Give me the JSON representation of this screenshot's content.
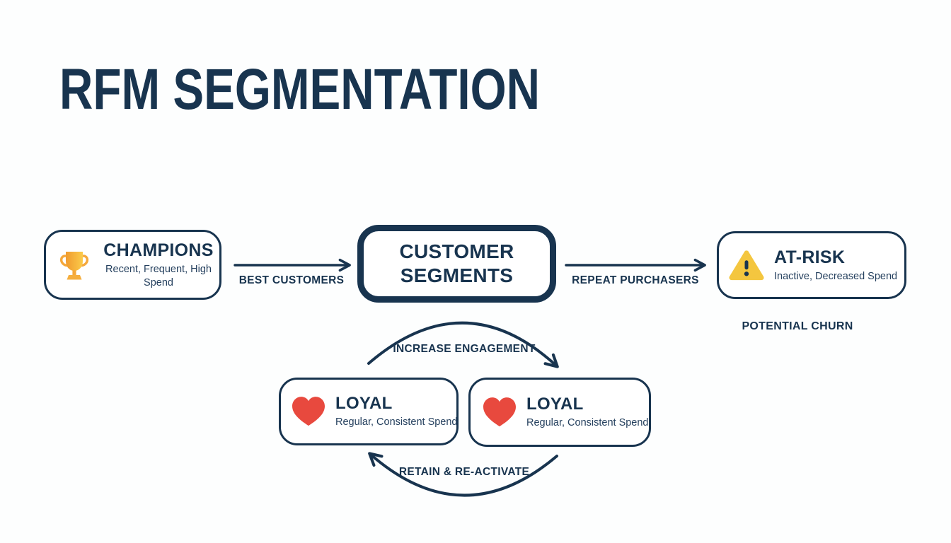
{
  "title": "RFM SEGMENTATION",
  "colors": {
    "navy": "#18344f",
    "trophy_gold_dark": "#f09b2f",
    "trophy_gold_light": "#fbcb4a",
    "trophy_gold": "#f5a83b",
    "trophy_base_gold": "#f5ae3e",
    "warning_yellow": "#f4c63f",
    "heart_red": "#e8493e",
    "background": "#fdfefe"
  },
  "diagram": {
    "center_box": {
      "label": "CUSTOMER SEGMENTS"
    },
    "champions_box": {
      "title": "CHAMPIONS",
      "subtitle": "Recent, Frequent, High Spend",
      "icon": "trophy-icon"
    },
    "at_risk_box": {
      "title": "AT-RISK",
      "subtitle": "Inactive, Decreased Spend",
      "icon": "warning-icon"
    },
    "loyal_left_box": {
      "title": "LOYAL",
      "subtitle": "Regular, Consistent Spend",
      "icon": "heart-icon"
    },
    "loyal_right_box": {
      "title": "LOYAL",
      "subtitle": "Regular, Consistent Spend",
      "icon": "heart-icon"
    },
    "labels": {
      "best_customers": "BEST CUSTOMERS",
      "repeat_purchasers": "REPEAT PURCHASERS",
      "potential_churn": "POTENTIAL CHURN",
      "increase_engagement": "INCREASE ENGAGEMENT",
      "retain_reactivate": "RETAIN & RE-ACTIVATE"
    }
  }
}
